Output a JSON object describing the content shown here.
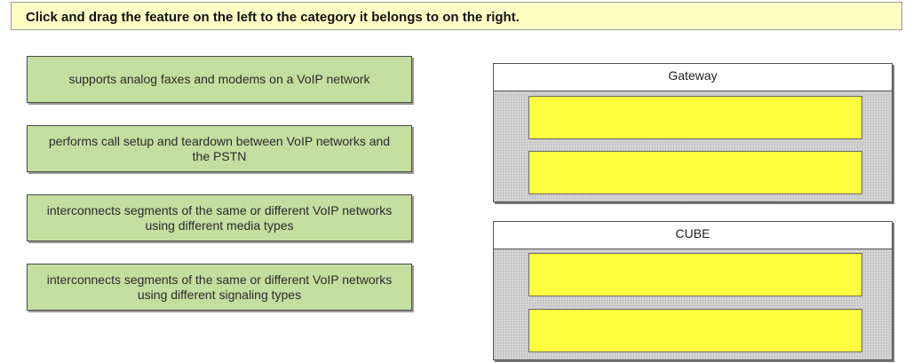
{
  "instruction": "Click and drag the feature on the left to the category it belongs to on the right.",
  "features": [
    "supports analog faxes and modems on a VoIP network",
    "performs call setup and teardown between VoIP networks and the PSTN",
    "interconnects segments of the same or different VoIP networks using different media types",
    "interconnects segments of the same or different VoIP networks using different signaling types"
  ],
  "categories": [
    {
      "title": "Gateway",
      "slots": 2
    },
    {
      "title": "CUBE",
      "slots": 2
    }
  ],
  "colors": {
    "instruction_background": "#ffffc6",
    "feature_background": "#c4dea0",
    "drop_zone": "#ffff40",
    "category_background": "#d6d6d6"
  }
}
